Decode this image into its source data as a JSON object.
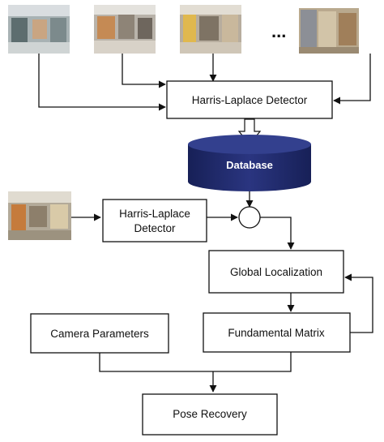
{
  "diagram": {
    "ellipsis": "...",
    "nodes": {
      "detector_top": "Harris-Laplace Detector",
      "database": "Database",
      "detector_query_line1": "Harris-Laplace",
      "detector_query_line2": "Detector",
      "global_localization": "Global Localization",
      "camera_parameters": "Camera Parameters",
      "fundamental_matrix": "Fundamental Matrix",
      "pose_recovery": "Pose Recovery"
    },
    "colors": {
      "database_fill": "#1f2a6e",
      "database_top": "#2f3b86",
      "line": "#111111"
    },
    "thumbnails": [
      {
        "name": "hallway-photo-1"
      },
      {
        "name": "hallway-photo-2"
      },
      {
        "name": "hallway-photo-3"
      },
      {
        "name": "hallway-photo-4"
      },
      {
        "name": "query-photo"
      }
    ]
  }
}
